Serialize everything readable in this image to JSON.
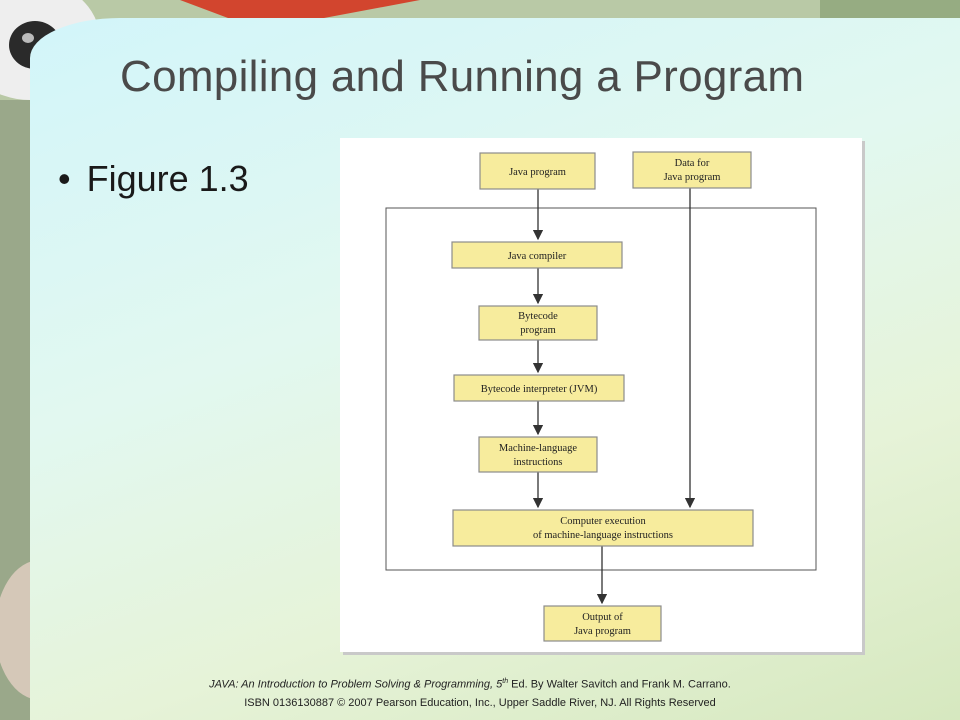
{
  "slide": {
    "title": "Compiling and Running a Program",
    "bullet": "Figure 1.3"
  },
  "diagram": {
    "boxes": {
      "java_program": [
        "Java program"
      ],
      "data": [
        "Data for",
        "Java program"
      ],
      "compiler": [
        "Java compiler"
      ],
      "bytecode": [
        "Bytecode",
        "program"
      ],
      "interpreter": [
        "Bytecode interpreter (JVM)"
      ],
      "machine": [
        "Machine-language",
        "instructions"
      ],
      "execution": [
        "Computer execution",
        "of machine-language instructions"
      ],
      "output": [
        "Output of",
        "Java program"
      ]
    }
  },
  "footer": {
    "line1_italic": "JAVA: An Introduction to Problem Solving & Programming, 5",
    "line1_sup": "th",
    "line1_rest": " Ed. By Walter Savitch and Frank  M. Carrano.",
    "line2": "ISBN 0136130887 © 2007 Pearson Education, Inc., Upper Saddle River, NJ. All Rights Reserved"
  },
  "colors": {
    "box_fill": "#f7ec9d",
    "title": "#4a4a4a"
  }
}
